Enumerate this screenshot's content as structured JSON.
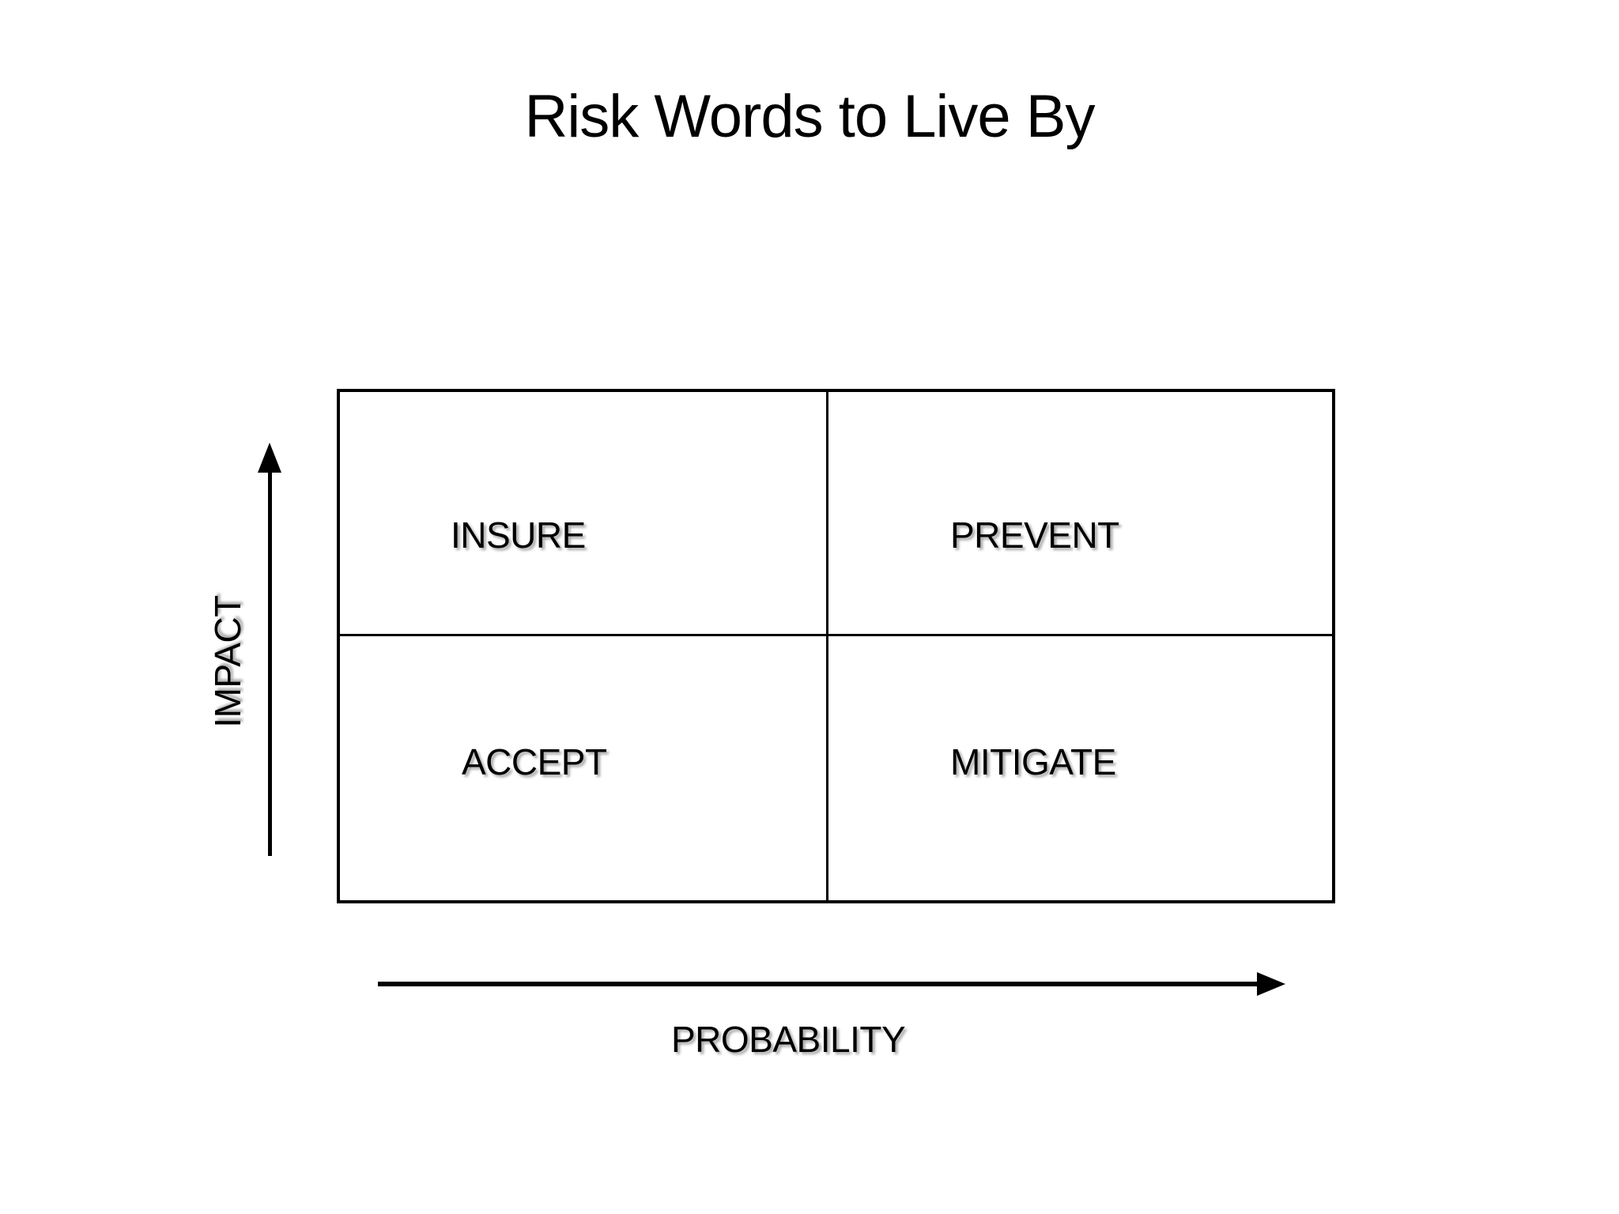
{
  "title": "Risk Words to Live By",
  "matrix": {
    "quadrants": [
      {
        "position": "top-left",
        "label": "INSURE"
      },
      {
        "position": "top-right",
        "label": "PREVENT"
      },
      {
        "position": "bottom-left",
        "label": "ACCEPT"
      },
      {
        "position": "bottom-right",
        "label": "MITIGATE"
      }
    ]
  },
  "axes": {
    "y": {
      "label": "IMPACT",
      "direction": "up"
    },
    "x": {
      "label": "PROBABILITY",
      "direction": "right"
    }
  },
  "colors": {
    "ink": "#000000",
    "background": "#ffffff"
  }
}
